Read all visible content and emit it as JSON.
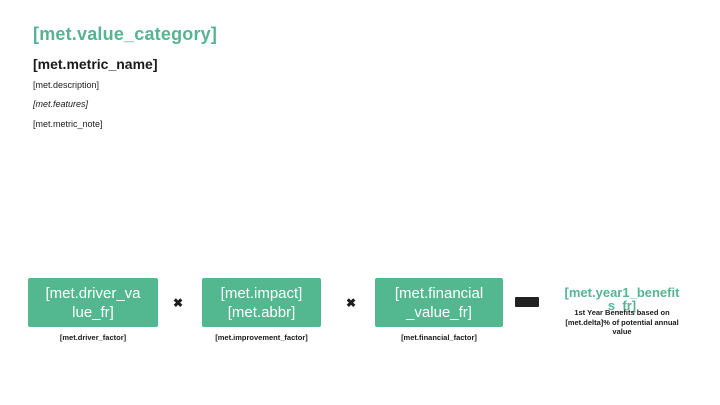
{
  "header": {
    "value_category": "[met.value_category]",
    "metric_name": "[met.metric_name]",
    "description": "[met.description]",
    "features": "[met.features]",
    "metric_note": "[met.metric_note]"
  },
  "formula": {
    "multiply_sign": "✖",
    "boxes": [
      {
        "line1": "[met.driver_va",
        "line2": "lue_fr]",
        "label": "[met.driver_factor]"
      },
      {
        "line1": "[met.impact]",
        "line2": "[met.abbr]",
        "label": "[met.improvement_factor]"
      },
      {
        "line1": "[met.financial",
        "line2": "_value_fr]",
        "label": "[met.financial_factor]"
      }
    ],
    "result": {
      "line1": "[met.year1_benefit",
      "line2": "s_fr]",
      "note_lines": [
        "1st Year Benefits based on",
        "[met.delta]% of potential annual",
        "value"
      ]
    }
  },
  "colors": {
    "accent_teal": "#53b790",
    "text_dark": "#1a1a1a",
    "box_text": "#ffffff",
    "background": "#ffffff"
  }
}
